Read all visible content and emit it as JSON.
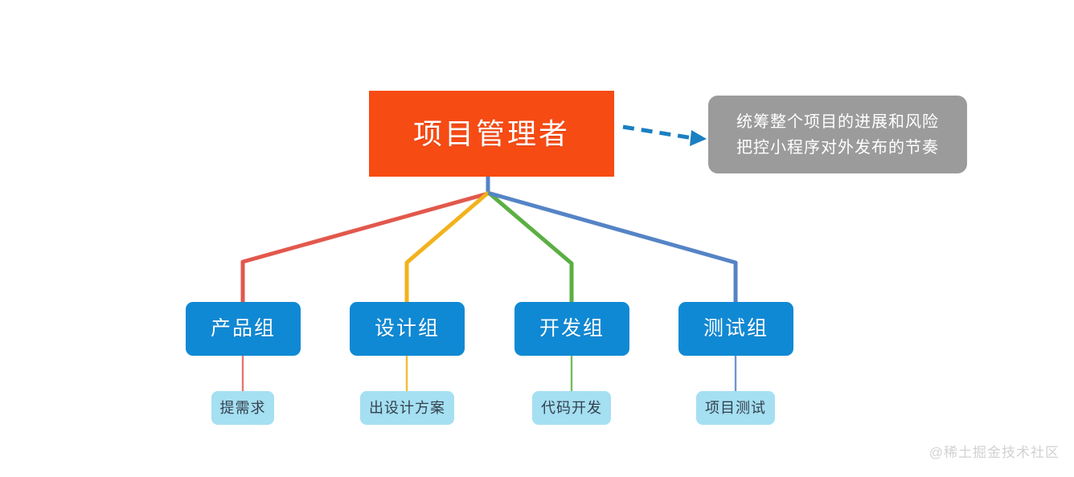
{
  "diagram": {
    "title_node": {
      "label": "项目管理者",
      "color": "#f74b14",
      "text_color": "#ffffff"
    },
    "callout": {
      "line1": "统筹整个项目的进展和风险",
      "line2": "把控小程序对外发布的节奏",
      "color": "#9b9b9b",
      "text_color": "#ffffff",
      "arrow_color": "#1a7fc1"
    },
    "groups": [
      {
        "label": "产品组",
        "leaf": "提需求",
        "line_color": "#e2584d",
        "box_color": "#1089d4",
        "leaf_color": "#a5dff2"
      },
      {
        "label": "设计组",
        "leaf": "出设计方案",
        "line_color": "#f2b21c",
        "box_color": "#1089d4",
        "leaf_color": "#a5dff2"
      },
      {
        "label": "开发组",
        "leaf": "代码开发",
        "line_color": "#5aaf43",
        "box_color": "#1089d4",
        "leaf_color": "#a5dff2"
      },
      {
        "label": "测试组",
        "leaf": "项目测试",
        "line_color": "#5584c6",
        "box_color": "#1089d4",
        "leaf_color": "#a5dff2"
      }
    ],
    "watermark": "@稀土掘金技术社区"
  }
}
